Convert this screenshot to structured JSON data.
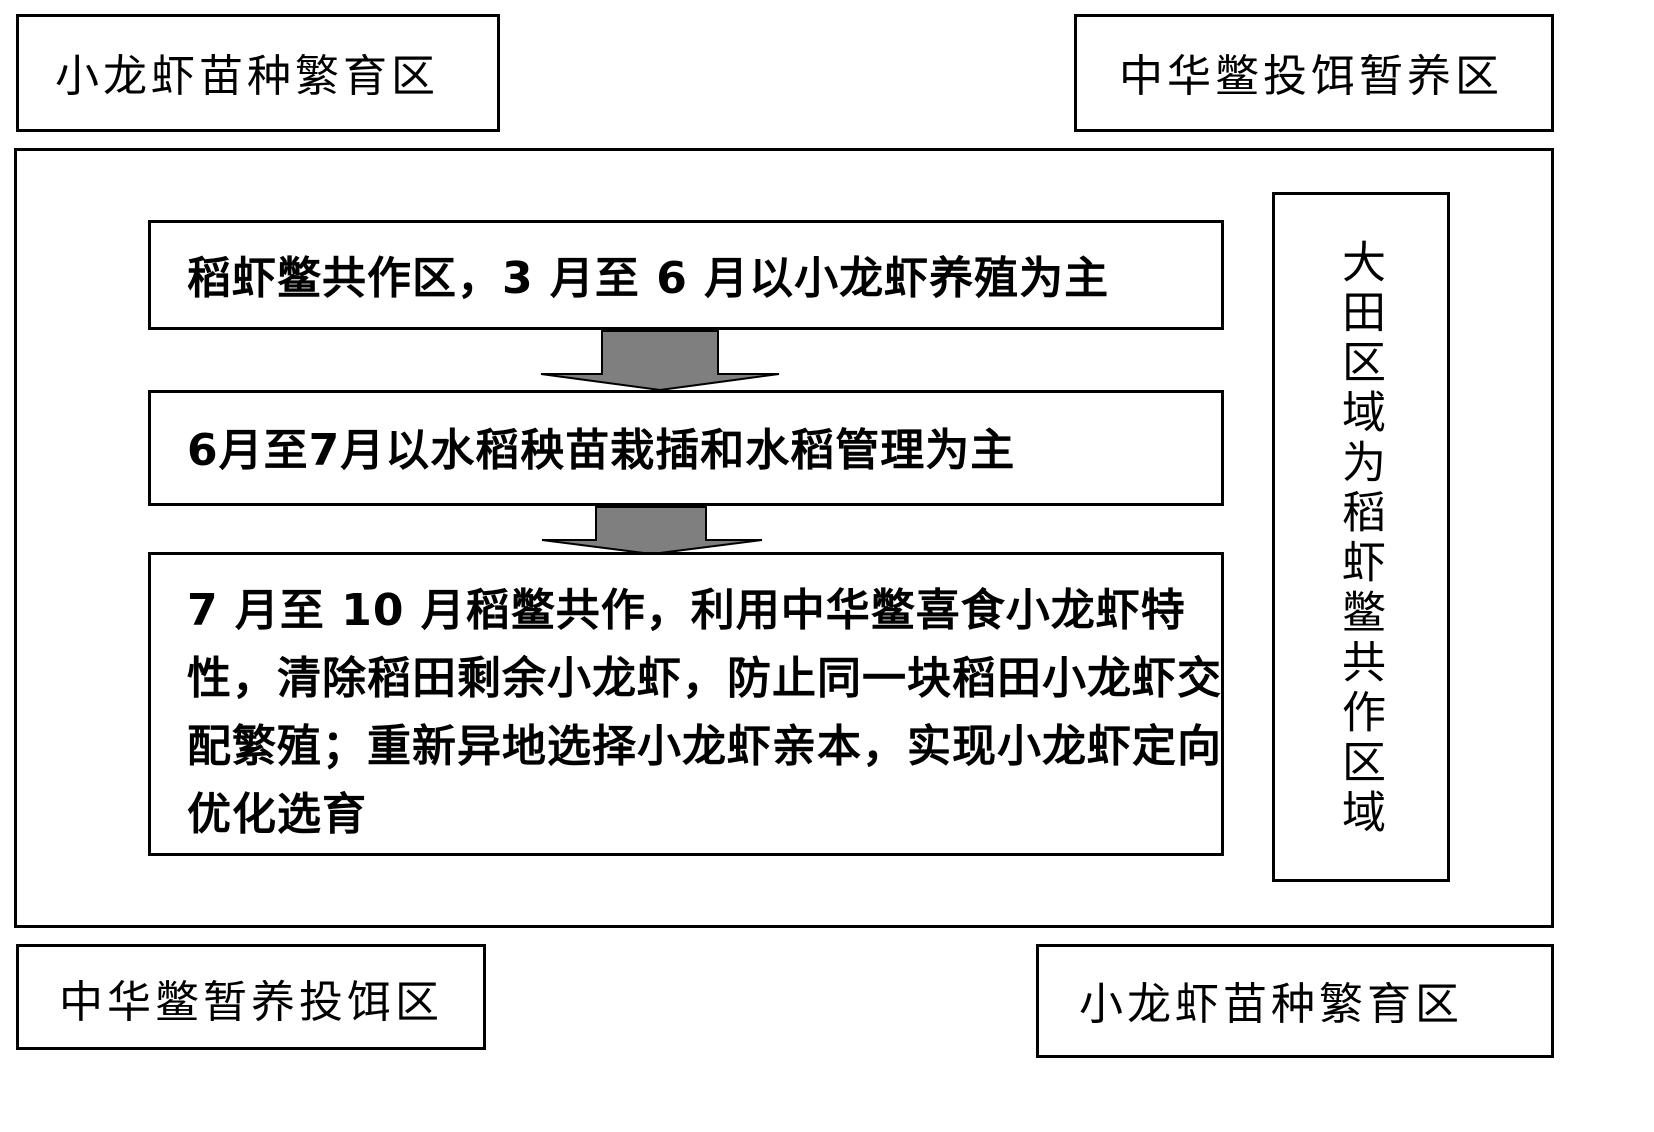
{
  "corners": {
    "top_left": "小龙虾苗种繁育区",
    "top_right": "中华鳖投饵暂养区",
    "bottom_left": "中华鳖暂养投饵区",
    "bottom_right": "小龙虾苗种繁育区"
  },
  "field": {
    "vertical_label": "大田区域为稻虾鳖共作区域"
  },
  "steps": [
    {
      "text": "稻虾鳖共作区，3 月至 6 月以小龙虾养殖为主"
    },
    {
      "text": "6月至7月以水稻秧苗栽插和水稻管理为主"
    },
    {
      "text": "7 月至 10 月稻鳖共作，利用中华鳖喜食小龙虾特性，清除稻田剩余小龙虾，防止同一块稻田小龙虾交配繁殖；重新异地选择小龙虾亲本，实现小龙虾定向优化选育"
    }
  ],
  "colors": {
    "border": "#000000",
    "arrow_fill": "#7f7f7f"
  }
}
